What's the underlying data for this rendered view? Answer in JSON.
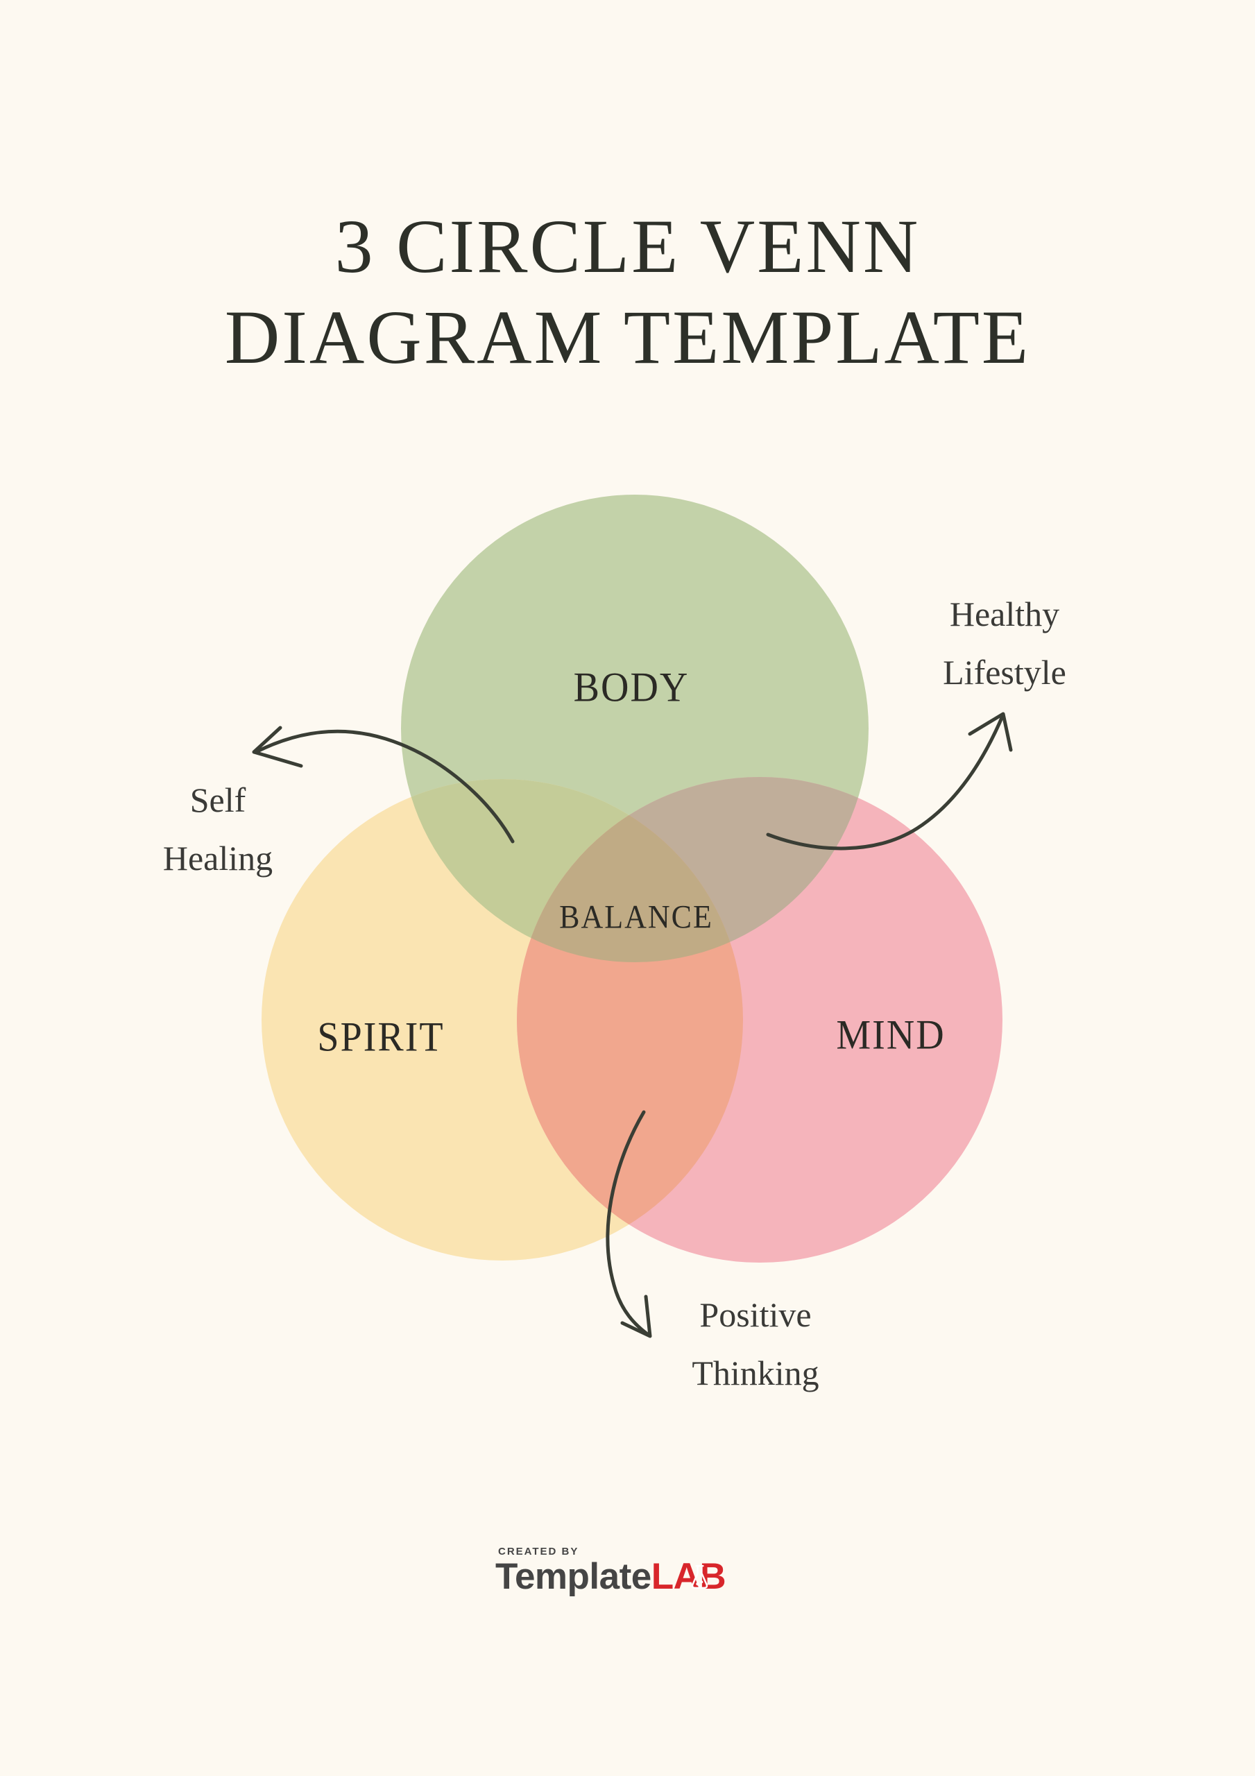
{
  "title": {
    "line1": "3 CIRCLE VENN",
    "line2": "DIAGRAM TEMPLATE"
  },
  "venn": {
    "circles": [
      {
        "label": "BODY",
        "color": "#c3d2a9"
      },
      {
        "label": "SPIRIT",
        "color": "#fae4b2"
      },
      {
        "label": "MIND",
        "color": "#f5b4bb"
      }
    ],
    "overlaps": {
      "body_spirit": "#c4cc98",
      "body_mind": "#c0ae9a",
      "spirit_mind": "#f1a78e",
      "center": "#c0ab85"
    },
    "center_label": "BALANCE"
  },
  "annotations": {
    "self_healing": {
      "line1": "Self",
      "line2": "Healing"
    },
    "healthy_lifestyle": {
      "line1": "Healthy",
      "line2": "Lifestyle"
    },
    "positive_thinking": {
      "line1": "Positive",
      "line2": "Thinking"
    }
  },
  "footer": {
    "created_by": "CREATED BY",
    "brand": "Template",
    "brand_suffix": "LAB"
  },
  "colors": {
    "background": "#fdf9f1",
    "title_text": "#2d3029",
    "label_text": "#2b2a25",
    "annotation_text": "#3a3a37",
    "arrow": "#3a3e35",
    "logo_dark": "#454545",
    "logo_red": "#d8262b",
    "flask_white": "#ffffff"
  }
}
